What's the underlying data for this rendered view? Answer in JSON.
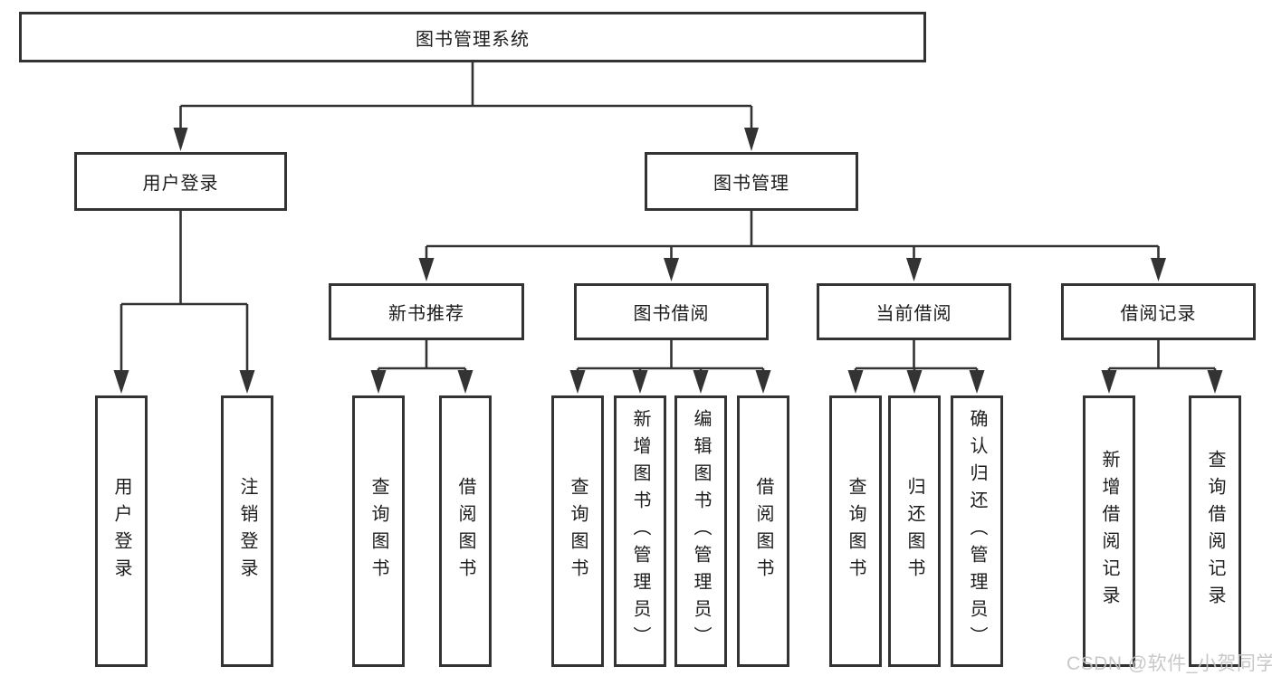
{
  "diagram_type": "hierarchy-tree",
  "tree": {
    "label": "图书管理系统",
    "children": [
      {
        "label": "用户登录",
        "children": [
          {
            "label": "用户登录"
          },
          {
            "label": "注销登录"
          }
        ]
      },
      {
        "label": "图书管理",
        "children": [
          {
            "label": "新书推荐",
            "children": [
              {
                "label": "查询图书"
              },
              {
                "label": "借阅图书"
              }
            ]
          },
          {
            "label": "图书借阅",
            "children": [
              {
                "label": "查询图书"
              },
              {
                "label": "新增图书（管理员）"
              },
              {
                "label": "编辑图书（管理员）"
              },
              {
                "label": "借阅图书"
              }
            ]
          },
          {
            "label": "当前借阅",
            "children": [
              {
                "label": "查询图书"
              },
              {
                "label": "归还图书"
              },
              {
                "label": "确认归还（管理员）"
              }
            ]
          },
          {
            "label": "借阅记录",
            "children": [
              {
                "label": "新增借阅记录"
              },
              {
                "label": "查询借阅记录"
              }
            ]
          }
        ]
      }
    ]
  },
  "watermark": "CSDN @软件_小贺同学",
  "colors": {
    "line": "#333333",
    "box_border": "#333333",
    "text": "#1c1c1c",
    "watermark": "#c3c3c3",
    "background": "#ffffff"
  }
}
